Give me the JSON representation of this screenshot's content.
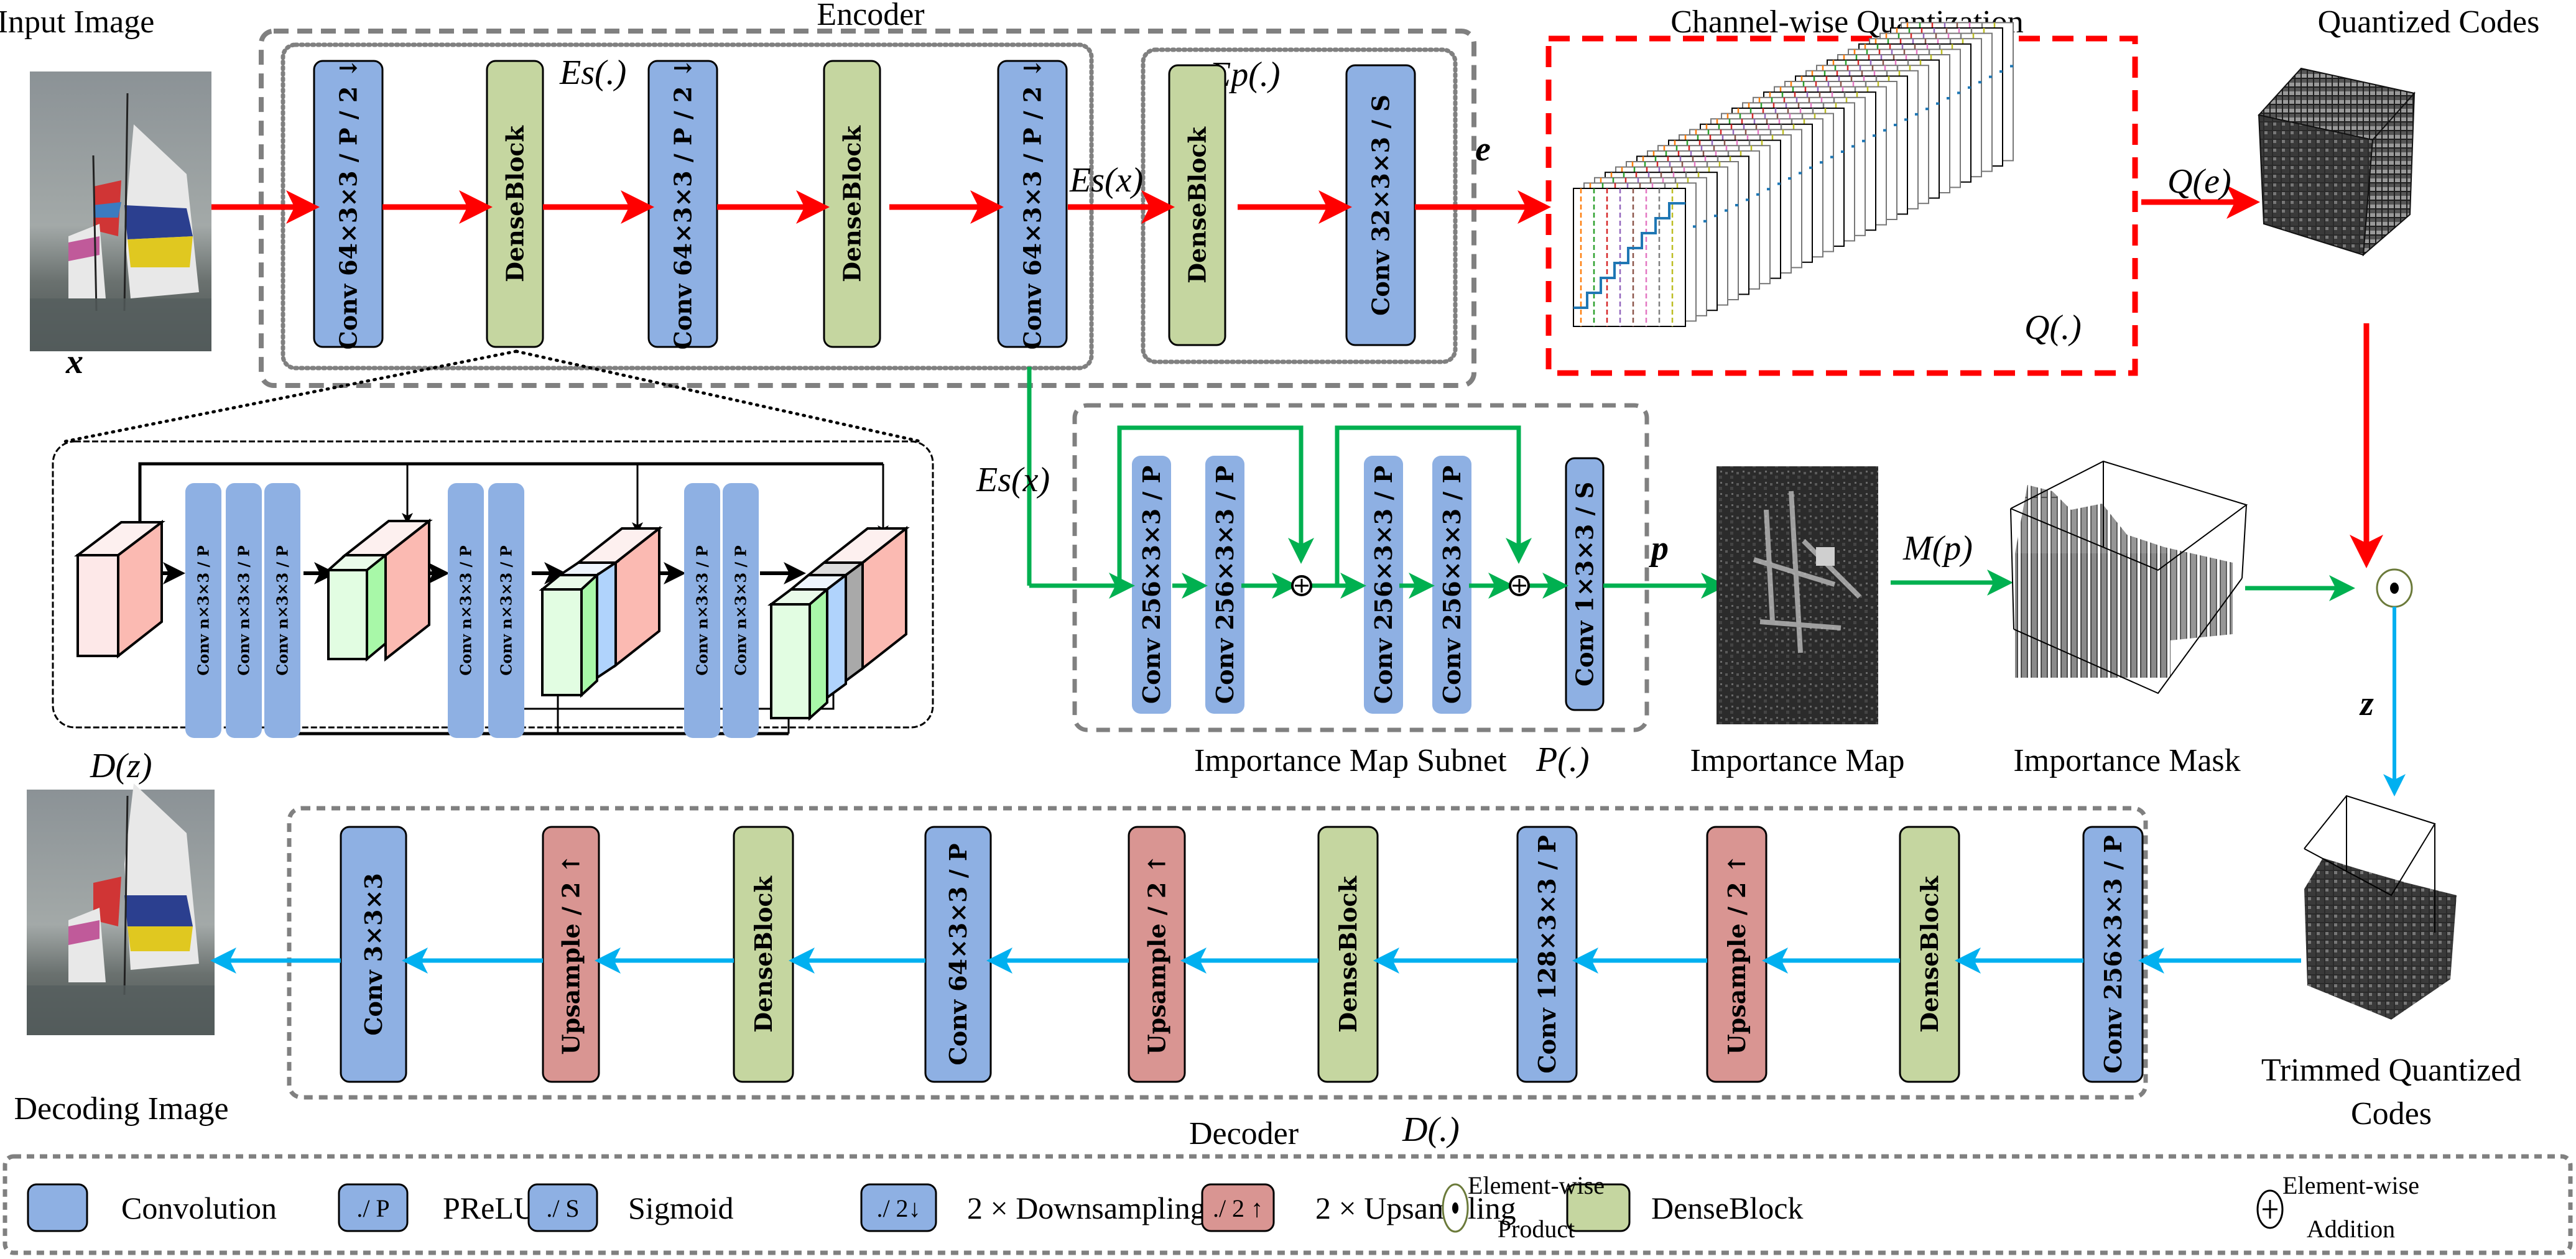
{
  "colors": {
    "conv": "#8eb0e3",
    "dense": "#c5d6a0",
    "upsample": "#d99592",
    "encoder_arrow": "#ff0000",
    "importance_arrow": "#00b050",
    "decoder_arrow": "#00b0f0",
    "group_border": "#808080"
  },
  "labels": {
    "input_image": "Input Image",
    "input_var": "x",
    "encoder": "Encoder",
    "es_func": "Es(.)",
    "ep_func": "Ep(.)",
    "es_x": "Es(x)",
    "e_var": "e",
    "channel_quant": "Channel-wise Quantization",
    "q_func": "Q(.)",
    "q_e": "Q(e)",
    "quantized_codes": "Quantized Codes",
    "p_var": "p",
    "m_p": "M(p)",
    "z_var": "z",
    "importance_subnet": "Importance Map Subnet",
    "p_func": "P(.)",
    "importance_map": "Importance Map",
    "importance_mask": "Importance Mask",
    "d_z": "D(z)",
    "decoding_image": "Decoding Image",
    "decoder": "Decoder",
    "d_func": "D(.)",
    "trimmed_codes_line1": "Trimmed Quantized",
    "trimmed_codes_line2": "Codes"
  },
  "encoder": {
    "blocks": [
      {
        "type": "conv",
        "label": "Conv  64×3×3 / P / 2 ↓"
      },
      {
        "type": "dense",
        "label": "DenseBlock"
      },
      {
        "type": "conv",
        "label": "Conv  64×3×3 / P / 2 ↓"
      },
      {
        "type": "dense",
        "label": "DenseBlock"
      },
      {
        "type": "conv",
        "label": "Conv  64×3×3 / P / 2 ↓"
      },
      {
        "type": "dense",
        "label": "DenseBlock"
      },
      {
        "type": "conv",
        "label": "Conv 32×3×3 / S"
      }
    ]
  },
  "denseblock_detail": {
    "conv_label": "Conv n×3×3 / P",
    "groups": [
      3,
      2,
      2
    ]
  },
  "importance_subnet": {
    "blocks": [
      {
        "label": "Conv 256×3×3 / P"
      },
      {
        "label": "Conv 256×3×3 / P"
      },
      {
        "label": "Conv 256×3×3 / P"
      },
      {
        "label": "Conv 256×3×3 / P"
      },
      {
        "label": "Conv 1×3×3 / S"
      }
    ]
  },
  "decoder": {
    "blocks": [
      {
        "type": "conv",
        "label": "Conv 3×3×3"
      },
      {
        "type": "upsample",
        "label": "Upsample / 2 ↑"
      },
      {
        "type": "dense",
        "label": "DenseBlock"
      },
      {
        "type": "conv",
        "label": "Conv 64×3×3 / P"
      },
      {
        "type": "upsample",
        "label": "Upsample / 2 ↑"
      },
      {
        "type": "dense",
        "label": "DenseBlock"
      },
      {
        "type": "conv",
        "label": "Conv 128×3×3 / P"
      },
      {
        "type": "upsample",
        "label": "Upsample / 2 ↑"
      },
      {
        "type": "dense",
        "label": "DenseBlock"
      },
      {
        "type": "conv",
        "label": "Conv 256×3×3 / P"
      }
    ]
  },
  "legend": {
    "items": [
      {
        "swatch": "conv",
        "swatch_text": "",
        "label": "Convolution"
      },
      {
        "swatch": "conv",
        "swatch_text": "./ P",
        "label": "PReLU"
      },
      {
        "swatch": "conv",
        "swatch_text": "./ S",
        "label": "Sigmoid"
      },
      {
        "swatch": "conv",
        "swatch_text": "./ 2↓",
        "label": "2 × Downsampling"
      },
      {
        "swatch": "upsample",
        "swatch_text": "./ 2 ↑",
        "label": "2 × Upsampling"
      },
      {
        "swatch": "dense",
        "swatch_text": "",
        "label": "DenseBlock"
      }
    ],
    "product_line1": "Element-wise",
    "product_line2": "Product",
    "addition_line1": "Element-wise",
    "addition_line2": "Addition"
  }
}
